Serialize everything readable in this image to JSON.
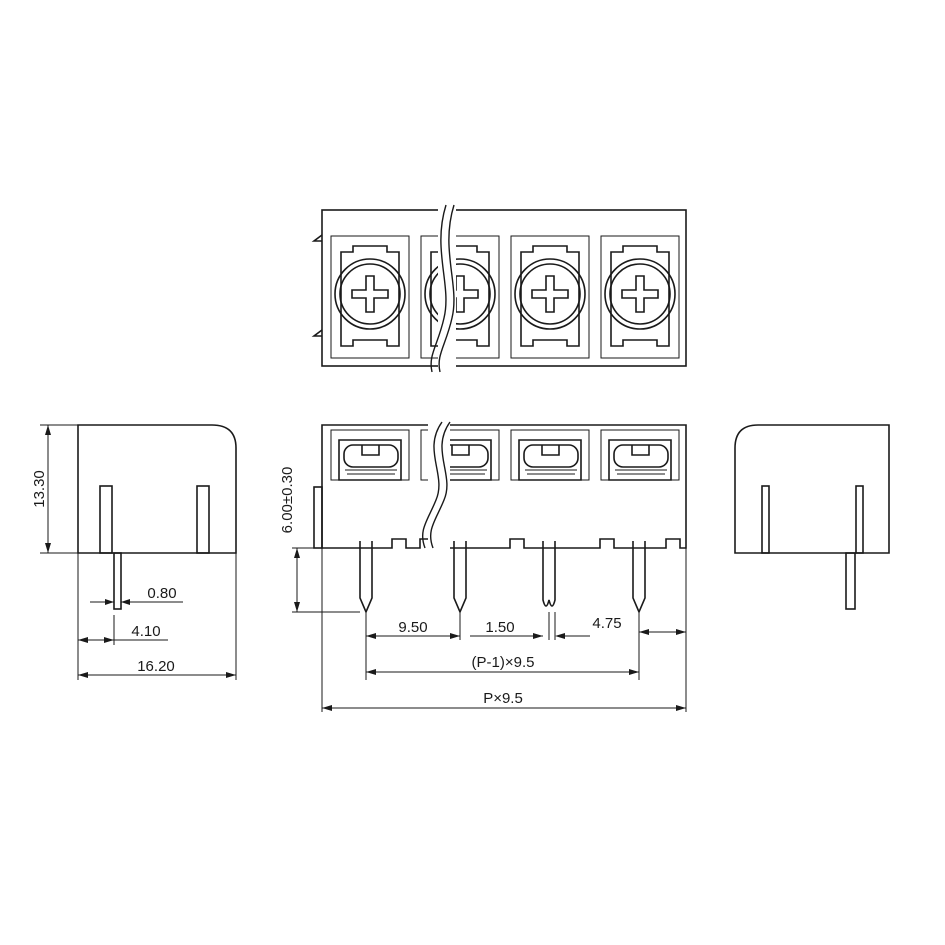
{
  "dimensions": {
    "height_side": "13.30",
    "pin_width": "0.80",
    "pin_offset": "4.10",
    "depth": "16.20",
    "pin_length": "6.00±0.30",
    "pitch": "9.50",
    "pin_spacing_gap": "1.50",
    "edge_offset": "4.75",
    "pitch_formula_inner": "(P-1)×9.5",
    "pitch_formula_total": "P×9.5"
  },
  "colors": {
    "line": "#1a1a1a",
    "background": "#ffffff"
  }
}
